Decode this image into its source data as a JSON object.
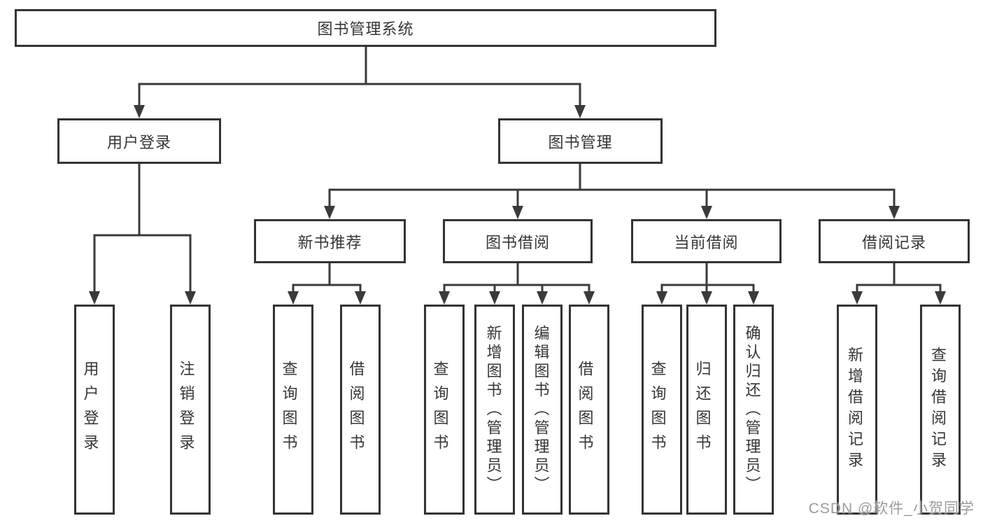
{
  "colors": {
    "line": "#3a3a3a",
    "border": "#333333",
    "text": "#363636",
    "watermark": "#9b9b9b",
    "background": "#ffffff"
  },
  "watermark": "CSDN @软件_小贺同学",
  "tree": {
    "root": "图书管理系统",
    "children": [
      {
        "label": "用户登录",
        "children": [
          "用户登录",
          "注销登录"
        ]
      },
      {
        "label": "图书管理",
        "children": [
          {
            "label": "新书推荐",
            "children": [
              "查询图书",
              "借阅图书"
            ]
          },
          {
            "label": "图书借阅",
            "children": [
              "查询图书",
              "新增图书（管理员）",
              "编辑图书（管理员）",
              "借阅图书"
            ]
          },
          {
            "label": "当前借阅",
            "children": [
              "查询图书",
              "归还图书",
              "确认归还（管理员）"
            ]
          },
          {
            "label": "借阅记录",
            "children": [
              "新增借阅记录",
              "查询借阅记录"
            ]
          }
        ]
      }
    ]
  }
}
